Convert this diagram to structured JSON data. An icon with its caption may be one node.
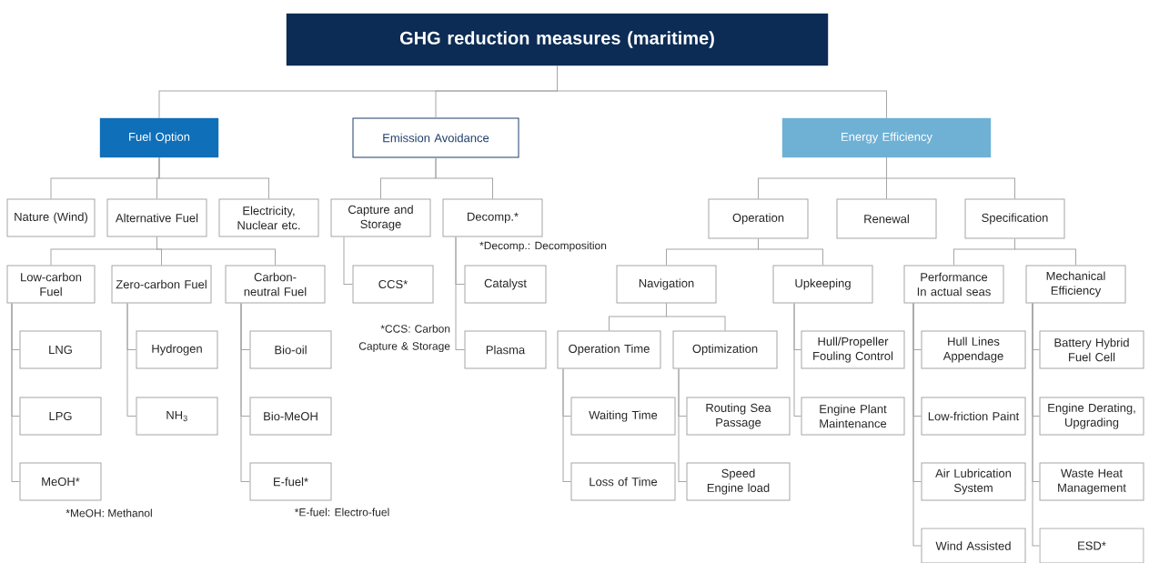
{
  "diagram": {
    "nodes": [
      {
        "text": [
          "GHG reduction measures (maritime)"
        ]
      },
      {
        "text": [
          "Fuel Option"
        ]
      },
      {
        "text": [
          "Emission Avoidance"
        ]
      },
      {
        "text": [
          "Energy Efficiency"
        ]
      },
      {
        "text": [
          "Nature (Wind)"
        ]
      },
      {
        "text": [
          "Alternative Fuel"
        ]
      },
      {
        "text": [
          "Electricity, Nuclear etc."
        ]
      },
      {
        "text": [
          "Capture and Storage"
        ]
      },
      {
        "text": [
          "Decomp.*"
        ],
        "beside": [
          "*Decomp.: Decomposition"
        ]
      },
      {
        "text": [
          "Operation"
        ]
      },
      {
        "text": [
          "Renewal"
        ]
      },
      {
        "text": [
          "Specification"
        ]
      },
      {
        "text": [
          "Low-carbon Fuel"
        ]
      },
      {
        "text": [
          "Zero-carbon Fuel"
        ]
      },
      {
        "text": [
          "Carbon-neutral Fuel"
        ]
      },
      {
        "text": [
          "CCS*"
        ],
        "beside": [
          "*CCS: Carbon Capture & Storage"
        ]
      },
      {
        "text": [
          "Catalyst"
        ]
      },
      {
        "text": [
          "Navigation"
        ]
      },
      {
        "text": [
          "Upkeeping"
        ]
      },
      {
        "text": [
          "Performance In actual seas"
        ]
      },
      {
        "text": [
          "Mechanical Efficiency"
        ]
      },
      {
        "text": [
          "LNG"
        ]
      },
      {
        "text": [
          "Hydrogen"
        ]
      },
      {
        "text": [
          "Bio-oil"
        ]
      },
      {
        "text": [
          "Plasma"
        ]
      },
      {
        "text": [
          "Operation Time"
        ]
      },
      {
        "text": [
          "Optimization"
        ]
      },
      {
        "text": [
          "Hull/Propeller Fouling Control"
        ]
      },
      {
        "text": [
          "Hull Lines Appendage"
        ]
      },
      {
        "text": [
          "Battery Hybrid Fuel Cell"
        ]
      },
      {
        "text": [
          "LPG"
        ]
      },
      {
        "text": [
          "NH$_{3}$"
        ]
      },
      {
        "text": [
          "Bio-MeOH"
        ]
      },
      {
        "text": [
          "Waiting Time"
        ]
      },
      {
        "text": [
          "Routing Sea Passage"
        ]
      },
      {
        "text": [
          "Engine Plant Maintenance"
        ]
      },
      {
        "text": [
          "Low-friction Paint"
        ]
      },
      {
        "text": [
          "Engine Derating, Upgrading"
        ]
      },
      {
        "text": [
          "MeOH*"
        ],
        "beside": [
          "*MeOH: Methanol"
        ]
      },
      {
        "text": [
          "E-fuel*"
        ],
        "beside": [
          "*E-fuel: Electro-fuel"
        ]
      },
      {
        "text": [
          "Loss of Time"
        ]
      },
      {
        "text": [
          "Speed Engine load"
        ]
      },
      {
        "text": [
          "Air Lubrication System"
        ]
      },
      {
        "text": [
          "Waste Heat Management"
        ]
      },
      {
        "text": [
          "Wind Assisted"
        ]
      },
      {
        "text": [
          "ESD*"
        ]
      }
    ],
    "edges": [
      {
        "from": 0,
        "to": 1,
        "arrow": "none"
      },
      {
        "from": 0,
        "to": 2,
        "arrow": "none"
      },
      {
        "from": 0,
        "to": 3,
        "arrow": "none"
      },
      {
        "from": 1,
        "to": 4,
        "arrow": "none"
      },
      {
        "from": 1,
        "to": 5,
        "arrow": "none"
      },
      {
        "from": 1,
        "to": 6,
        "arrow": "none"
      },
      {
        "from": 2,
        "to": 7,
        "arrow": "none"
      },
      {
        "from": 2,
        "to": 8,
        "arrow": "none"
      },
      {
        "from": 3,
        "to": 9,
        "arrow": "none"
      },
      {
        "from": 3,
        "to": 10,
        "arrow": "none"
      },
      {
        "from": 3,
        "to": 11,
        "arrow": "none"
      },
      {
        "from": 5,
        "to": 12,
        "arrow": "none"
      },
      {
        "from": 5,
        "to": 13,
        "arrow": "none"
      },
      {
        "from": 5,
        "to": 14,
        "arrow": "none"
      },
      {
        "from": 7,
        "to": 15,
        "arrow": "none"
      },
      {
        "from": 8,
        "to": 16,
        "arrow": "none"
      },
      {
        "from": 8,
        "to": 24,
        "arrow": "none"
      },
      {
        "from": 9,
        "to": 17,
        "arrow": "none"
      },
      {
        "from": 9,
        "to": 18,
        "arrow": "none"
      },
      {
        "from": 11,
        "to": 19,
        "arrow": "none"
      },
      {
        "from": 11,
        "to": 20,
        "arrow": "none"
      },
      {
        "from": 12,
        "to": 21,
        "arrow": "none"
      },
      {
        "from": 12,
        "to": 30,
        "arrow": "none"
      },
      {
        "from": 12,
        "to": 38,
        "arrow": "none"
      },
      {
        "from": 13,
        "to": 22,
        "arrow": "none"
      },
      {
        "from": 13,
        "to": 31,
        "arrow": "none"
      },
      {
        "from": 14,
        "to": 23,
        "arrow": "none"
      },
      {
        "from": 14,
        "to": 32,
        "arrow": "none"
      },
      {
        "from": 14,
        "to": 39,
        "arrow": "none"
      },
      {
        "from": 17,
        "to": 25,
        "arrow": "none"
      },
      {
        "from": 17,
        "to": 26,
        "arrow": "none"
      },
      {
        "from": 18,
        "to": 27,
        "arrow": "none"
      },
      {
        "from": 18,
        "to": 35,
        "arrow": "none"
      },
      {
        "from": 25,
        "to": 33,
        "arrow": "none"
      },
      {
        "from": 25,
        "to": 40,
        "arrow": "none"
      },
      {
        "from": 26,
        "to": 34,
        "arrow": "none"
      },
      {
        "from": 26,
        "to": 41,
        "arrow": "none"
      },
      {
        "from": 19,
        "to": 28,
        "arrow": "none"
      },
      {
        "from": 19,
        "to": 36,
        "arrow": "none"
      },
      {
        "from": 19,
        "to": 42,
        "arrow": "none"
      },
      {
        "from": 19,
        "to": 44,
        "arrow": "none"
      },
      {
        "from": 20,
        "to": 29,
        "arrow": "none"
      },
      {
        "from": 20,
        "to": 37,
        "arrow": "none"
      },
      {
        "from": 20,
        "to": 43,
        "arrow": "none"
      },
      {
        "from": 20,
        "to": 45,
        "arrow": "none"
      }
    ]
  }
}
